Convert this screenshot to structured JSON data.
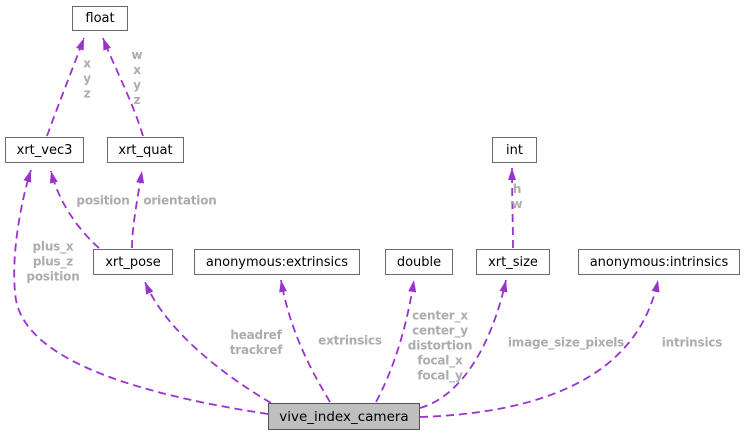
{
  "diagram": {
    "kind": "collaboration-graph",
    "nodes": {
      "float": {
        "label": "float"
      },
      "xrt_vec3": {
        "label": "xrt_vec3"
      },
      "xrt_quat": {
        "label": "xrt_quat"
      },
      "int": {
        "label": "int"
      },
      "xrt_pose": {
        "label": "xrt_pose"
      },
      "anon_extrinsics": {
        "label": "anonymous:extrinsics"
      },
      "double": {
        "label": "double"
      },
      "xrt_size": {
        "label": "xrt_size"
      },
      "anon_intrinsics": {
        "label": "anonymous:intrinsics"
      },
      "vive_index_camera": {
        "label": "vive_index_camera"
      }
    },
    "edge_labels": {
      "vec3_to_float": "x\ny\nz",
      "quat_to_float": "w\nx\ny\nz",
      "position": "position",
      "orientation": "orientation",
      "plus_fields": "plus_x\nplus_z\nposition",
      "pose_fields": "headref\ntrackref",
      "extrinsics": "extrinsics",
      "camera_params": "center_x\ncenter_y\ndistortion\nfocal_x\nfocal_y",
      "size_fields": "h\nw",
      "image_size": "image_size_pixels",
      "intrinsics": "intrinsics"
    },
    "colors": {
      "edge": "#9a32cd",
      "edge_label_text": "#adadad",
      "node_border": "#6b6b6b",
      "node_fill": "#ffffff",
      "node_text": "#000000",
      "highlight_fill": "#bfbfbf",
      "highlight_border": "#525252",
      "background": "#ffffff"
    }
  }
}
